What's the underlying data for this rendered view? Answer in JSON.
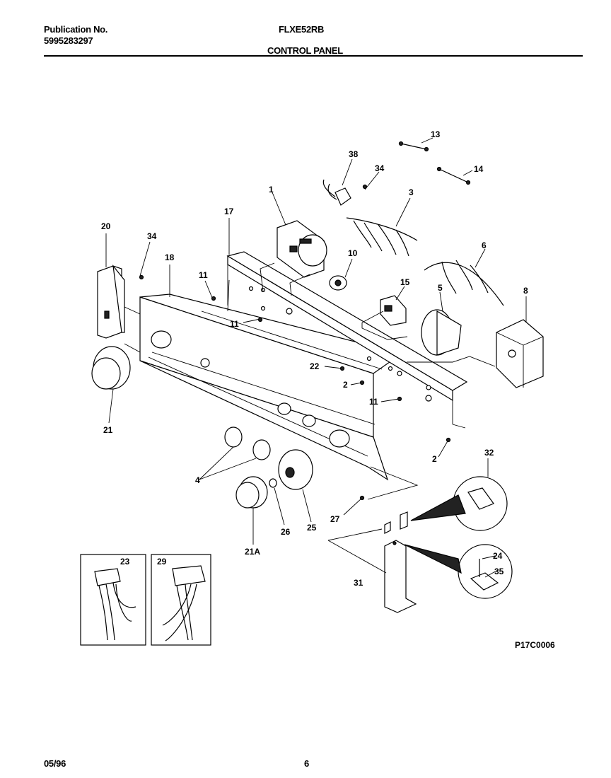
{
  "header": {
    "publication_label": "Publication No.",
    "publication_number": "5995283297",
    "model": "FLXE52RB",
    "section_title": "CONTROL PANEL"
  },
  "footer": {
    "date": "05/96",
    "page_number": "6"
  },
  "diagram_code": "P17C0006",
  "callouts": {
    "c13": "13",
    "c38": "38",
    "c34a": "34",
    "c14": "14",
    "c1": "1",
    "c3": "3",
    "c17": "17",
    "c20": "20",
    "c34b": "34",
    "c18": "18",
    "c10": "10",
    "c6": "6",
    "c11a": "11",
    "c15": "15",
    "c5": "5",
    "c8": "8",
    "c11b": "11",
    "c22": "22",
    "c2a": "2",
    "c11c": "11",
    "c21": "21",
    "c2b": "2",
    "c32": "32",
    "c4": "4",
    "c27": "27",
    "c26": "26",
    "c25": "25",
    "c21a": "21A",
    "c23": "23",
    "c29": "29",
    "c24": "24",
    "c35": "35",
    "c31": "31"
  }
}
